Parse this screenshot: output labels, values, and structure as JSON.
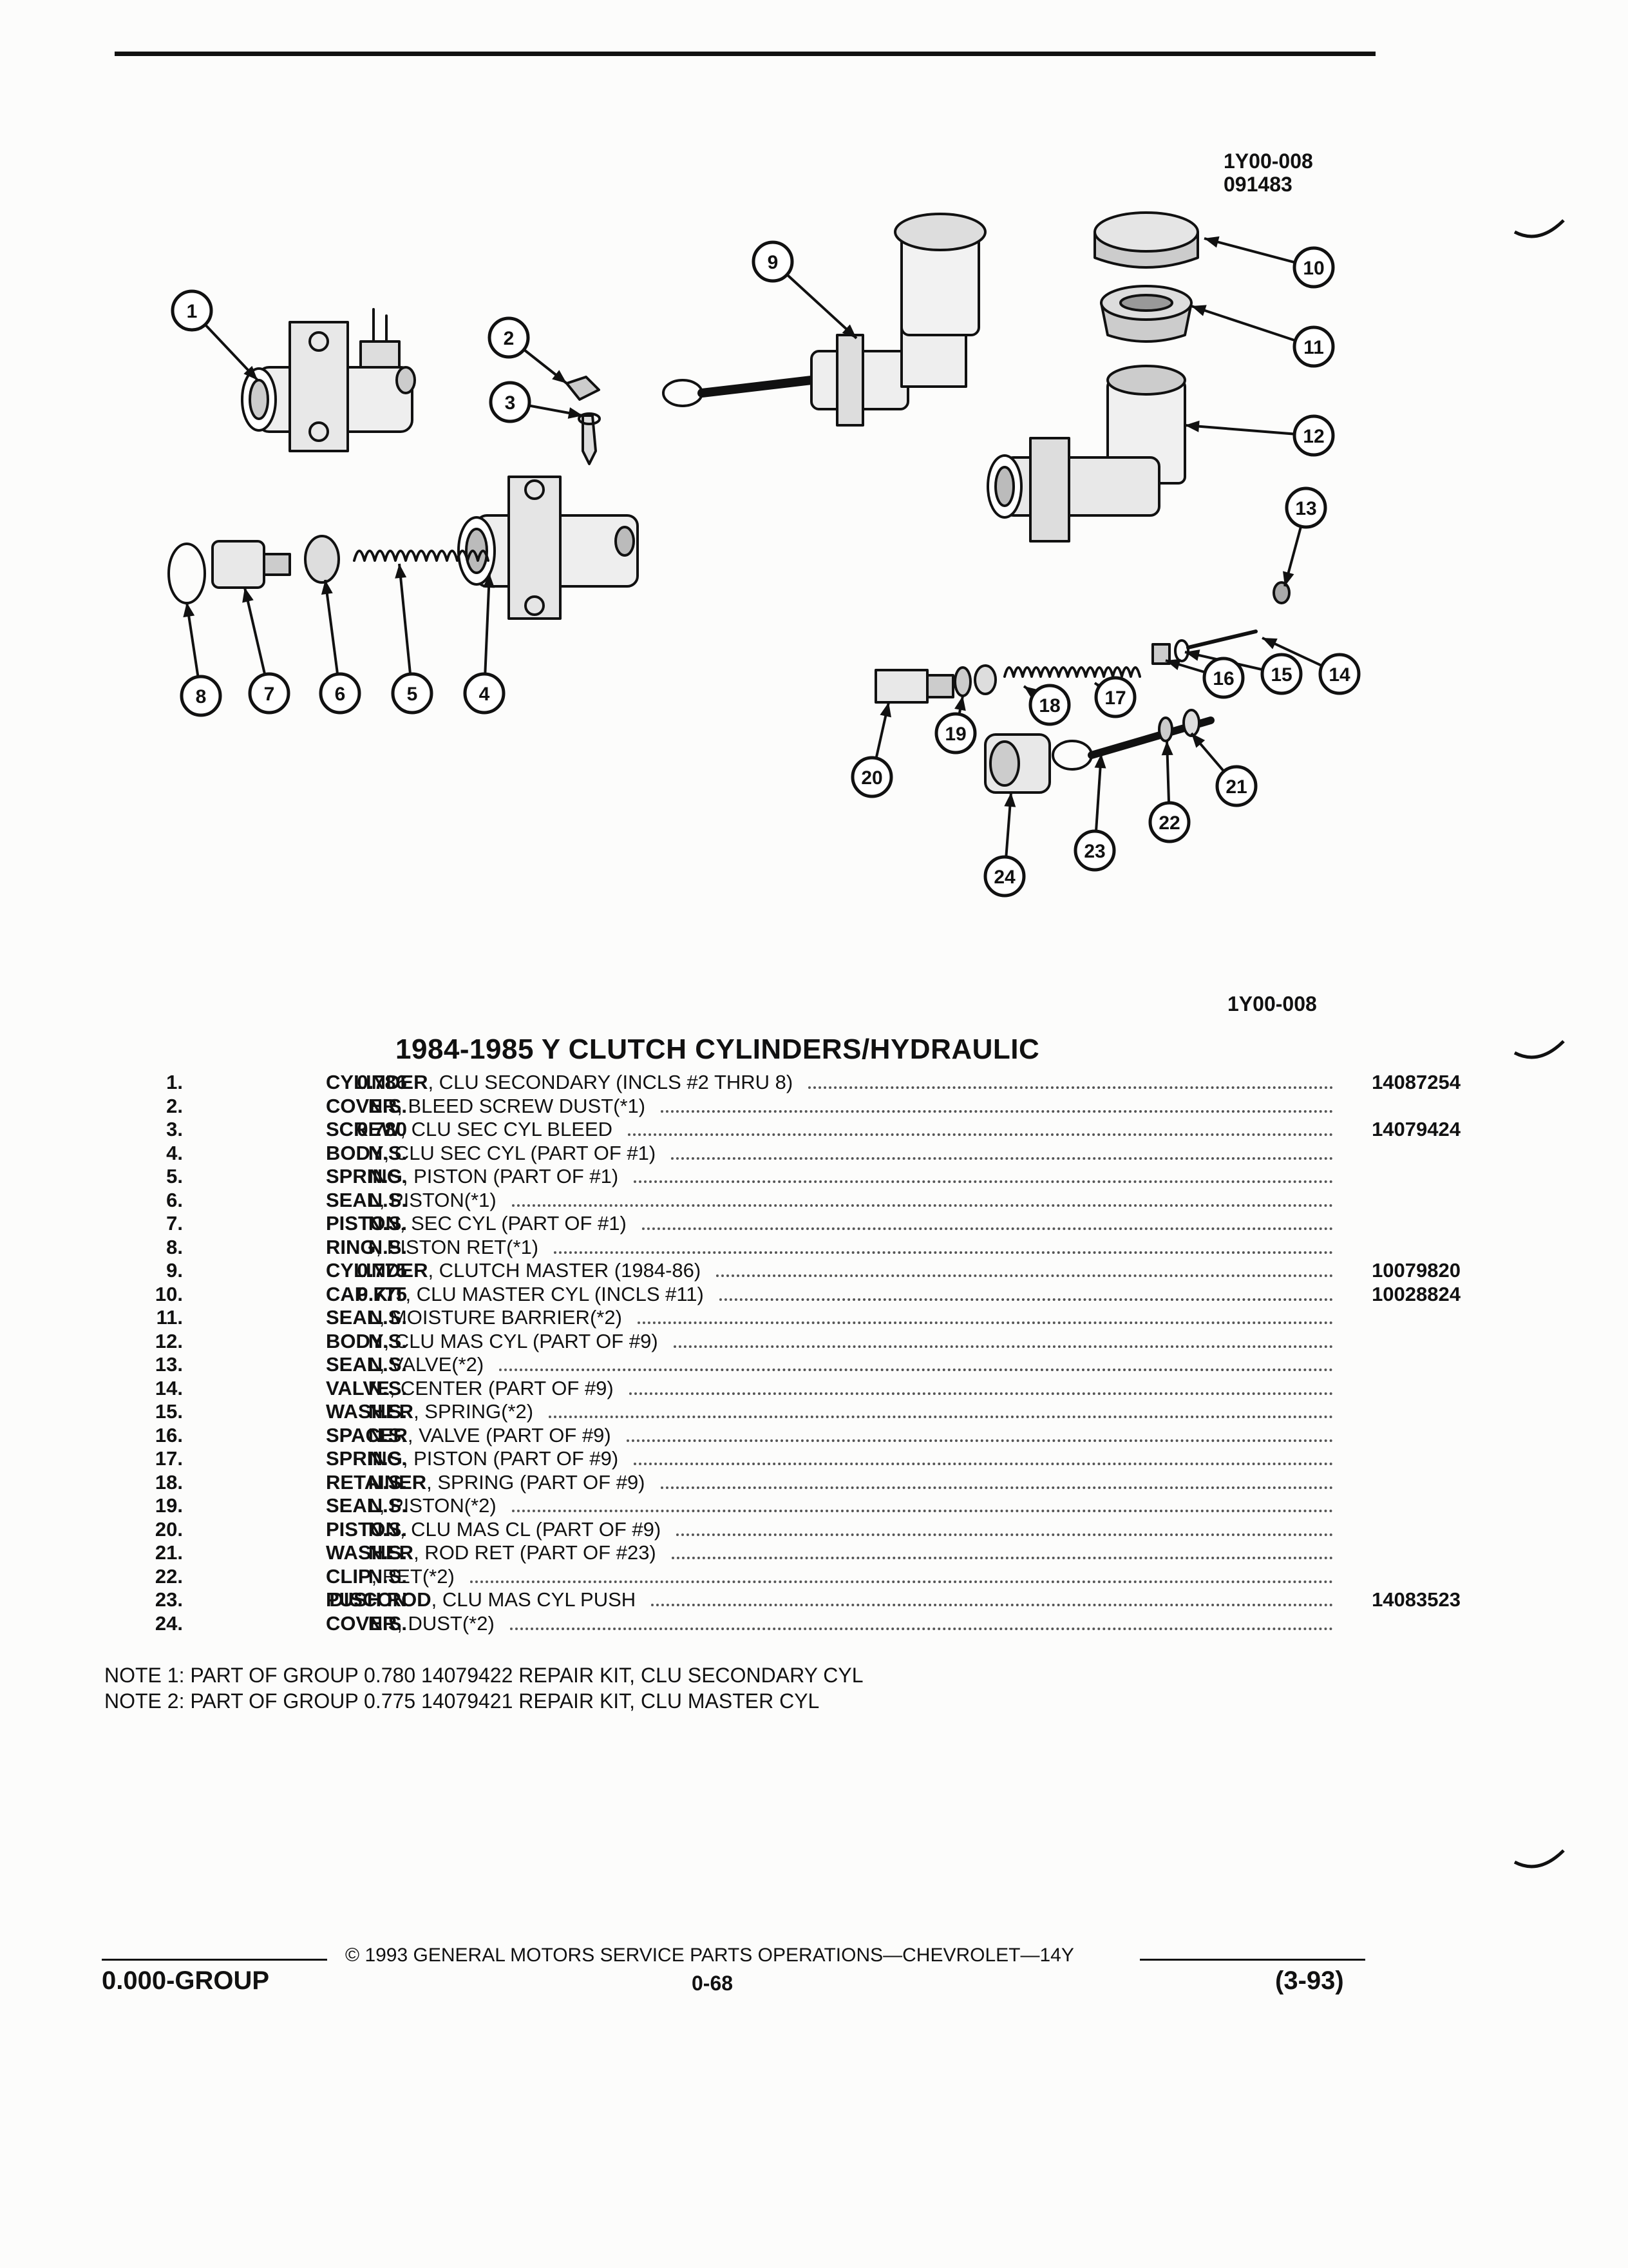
{
  "figure_id": "1Y00-008",
  "figure_date": "091483",
  "figure_ref": "1Y00-008",
  "title": "1984-1985 Y CLUTCH CYLINDERS/HYDRAULIC",
  "callouts": [
    "1",
    "2",
    "3",
    "4",
    "5",
    "6",
    "7",
    "8",
    "9",
    "10",
    "11",
    "12",
    "13",
    "14",
    "15",
    "16",
    "17",
    "18",
    "19",
    "20",
    "21",
    "22",
    "23",
    "24"
  ],
  "parts": [
    {
      "num": "1.",
      "group": "0.786",
      "name": "CYLINDER",
      "desc": ", CLU SECONDARY (INCLS #2 THRU 8)",
      "part_no": "14087254"
    },
    {
      "num": "2.",
      "group": "N.S.",
      "name": "COVER",
      "desc": ", BLEED SCREW DUST(*1)",
      "part_no": ""
    },
    {
      "num": "3.",
      "group": "0.780",
      "name": "SCREW",
      "desc": ", CLU SEC CYL BLEED",
      "part_no": "14079424"
    },
    {
      "num": "4.",
      "group": "N.S.",
      "name": "BODY",
      "desc": ", CLU SEC CYL (PART OF #1)",
      "part_no": ""
    },
    {
      "num": "5.",
      "group": "N.S.",
      "name": "SPRING",
      "desc": ", PISTON (PART OF #1)",
      "part_no": ""
    },
    {
      "num": "6.",
      "group": "N.S.",
      "name": "SEAL",
      "desc": ", PISTON(*1)",
      "part_no": ""
    },
    {
      "num": "7.",
      "group": "N.S.",
      "name": "PISTON",
      "desc": ", SEC CYL (PART OF #1)",
      "part_no": ""
    },
    {
      "num": "8.",
      "group": "N.S.",
      "name": "RING",
      "desc": ", PISTON RET(*1)",
      "part_no": ""
    },
    {
      "num": "9.",
      "group": "0.775",
      "name": "CYLINDER",
      "desc": ", CLUTCH MASTER (1984-86)",
      "part_no": "10079820"
    },
    {
      "num": "10.",
      "group": "0.775",
      "name": "CAP KIT",
      "desc": ", CLU MASTER CYL (INCLS #11)",
      "part_no": "10028824"
    },
    {
      "num": "11.",
      "group": "N.S.",
      "name": "SEAL",
      "desc": ", MOISTURE BARRIER(*2)",
      "part_no": ""
    },
    {
      "num": "12.",
      "group": "N.S.",
      "name": "BODY",
      "desc": ", CLU MAS CYL (PART OF #9)",
      "part_no": ""
    },
    {
      "num": "13.",
      "group": "N.S.",
      "name": "SEAL",
      "desc": ", VALVE(*2)",
      "part_no": ""
    },
    {
      "num": "14.",
      "group": "N.S.",
      "name": "VALVE",
      "desc": ", CENTER (PART OF #9)",
      "part_no": ""
    },
    {
      "num": "15.",
      "group": "N.S.",
      "name": "WASHER",
      "desc": ", SPRING(*2)",
      "part_no": ""
    },
    {
      "num": "16.",
      "group": "N.S.",
      "name": "SPACER",
      "desc": ", VALVE (PART OF #9)",
      "part_no": ""
    },
    {
      "num": "17.",
      "group": "N.S.",
      "name": "SPRING",
      "desc": ", PISTON (PART OF #9)",
      "part_no": ""
    },
    {
      "num": "18.",
      "group": "N.S.",
      "name": "RETAINER",
      "desc": ", SPRING (PART OF #9)",
      "part_no": ""
    },
    {
      "num": "19.",
      "group": "N.S.",
      "name": "SEAL",
      "desc": ", PISTON(*2)",
      "part_no": ""
    },
    {
      "num": "20.",
      "group": "N.S.",
      "name": "PISTON",
      "desc": ", CLU MAS CL (PART OF #9)",
      "part_no": ""
    },
    {
      "num": "21.",
      "group": "N.S.",
      "name": "WASHER",
      "desc": ", ROD RET (PART OF #23)",
      "part_no": ""
    },
    {
      "num": "22.",
      "group": "N.S.",
      "name": "CLIP",
      "desc": ", RET(*2)",
      "part_no": ""
    },
    {
      "num": "23.",
      "group": "DISCON",
      "name": "PUSH ROD",
      "desc": ", CLU MAS CYL PUSH",
      "part_no": "14083523"
    },
    {
      "num": "24.",
      "group": "N.S.",
      "name": "COVER",
      "desc": ", DUST(*2)",
      "part_no": ""
    }
  ],
  "notes": [
    "NOTE  1:  PART OF GROUP 0.780 14079422 REPAIR KIT, CLU SECONDARY CYL",
    "NOTE  2:  PART OF GROUP 0.775 14079421 REPAIR KIT, CLU MASTER CYL"
  ],
  "footer": {
    "copyright": "© 1993 GENERAL MOTORS SERVICE PARTS OPERATIONS—CHEVROLET—14Y",
    "group": "0.000-GROUP",
    "page": "0-68",
    "date_code": "(3-93)"
  }
}
